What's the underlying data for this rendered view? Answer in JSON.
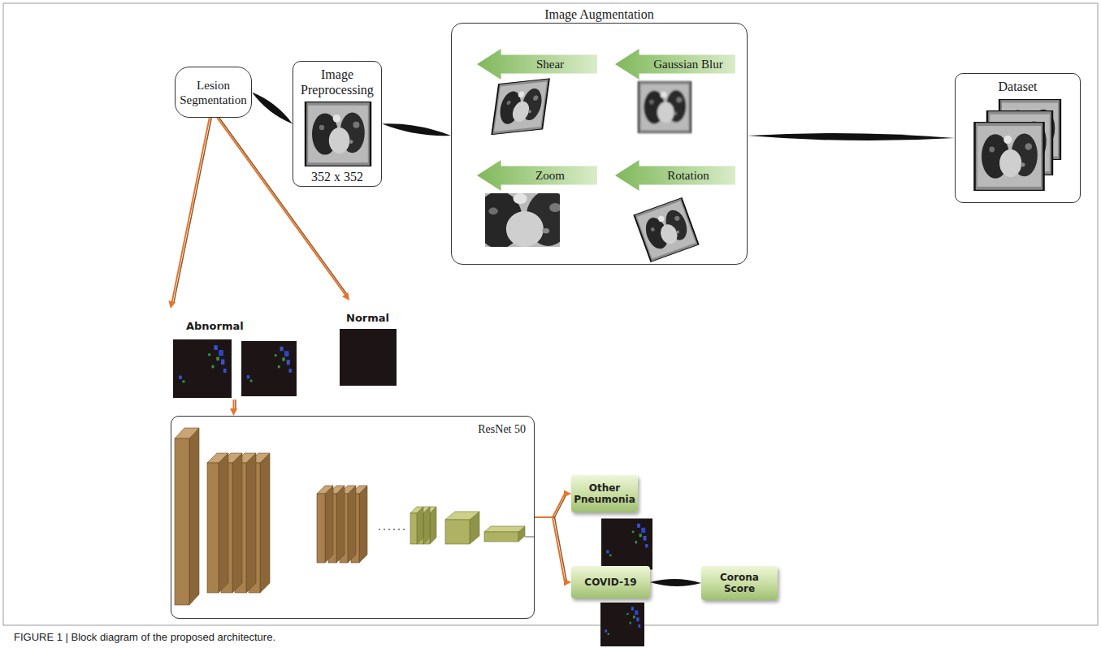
{
  "diagram": {
    "caption": "FIGURE 1 | Block diagram of the proposed architecture.",
    "nodes": [
      {
        "text": [
          "Image Augmentation"
        ]
      },
      {
        "text": [
          "Shear"
        ],
        "in": 0
      },
      {
        "text": [
          "Gaussian Blur"
        ],
        "in": 0
      },
      {
        "text": [
          "Zoom"
        ],
        "in": 0
      },
      {
        "text": [
          "Rotation"
        ],
        "in": 0
      },
      {
        "text": [
          "Dataset"
        ]
      },
      {
        "text": [
          "Image Preprocessing",
          "352 x 352"
        ]
      },
      {
        "text": [
          "Lesion Segmentation"
        ]
      },
      {
        "text": [
          "Abnormal"
        ]
      },
      {
        "text": [
          "Normal"
        ]
      },
      {
        "text": [
          "ResNet 50"
        ]
      },
      {
        "text": [
          "Other Pneumonia"
        ]
      },
      {
        "text": [
          "COVID-19"
        ]
      },
      {
        "text": [
          "Corona Score"
        ]
      }
    ],
    "edges": [
      {
        "from": 5,
        "to": 0,
        "arrow": "none"
      },
      {
        "from": 0,
        "to": 6,
        "arrow": "none"
      },
      {
        "from": 6,
        "to": 7,
        "arrow": "none"
      },
      {
        "from": 7,
        "to": 8,
        "arrow": "to"
      },
      {
        "from": 7,
        "to": 9,
        "arrow": "to"
      },
      {
        "from": 8,
        "to": 10,
        "arrow": "to"
      },
      {
        "from": 10,
        "to": 11,
        "arrow": "to"
      },
      {
        "from": 10,
        "to": 12,
        "arrow": "to"
      },
      {
        "from": 12,
        "to": 13,
        "arrow": "none"
      }
    ]
  }
}
